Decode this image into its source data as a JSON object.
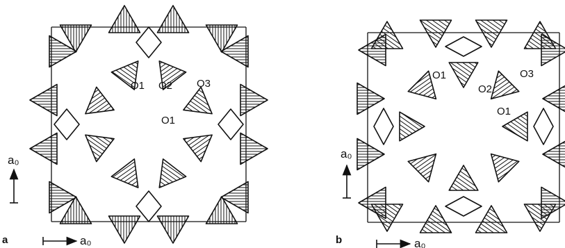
{
  "panels": [
    {
      "letter": "a",
      "atom_labels": {
        "o1_top": "O1",
        "o2": "O2",
        "o3": "O3",
        "o1_right": "O1"
      },
      "axis_vertical": "a₀",
      "axis_horizontal": "a₀"
    },
    {
      "letter": "b",
      "atom_labels": {
        "o1_top": "O1",
        "o2": "O2",
        "o3": "O3",
        "o1_right": "O1"
      },
      "axis_vertical": "a₀",
      "axis_horizontal": "a₀"
    }
  ],
  "colors": {
    "ink": "#111111",
    "background": "#ffffff"
  }
}
